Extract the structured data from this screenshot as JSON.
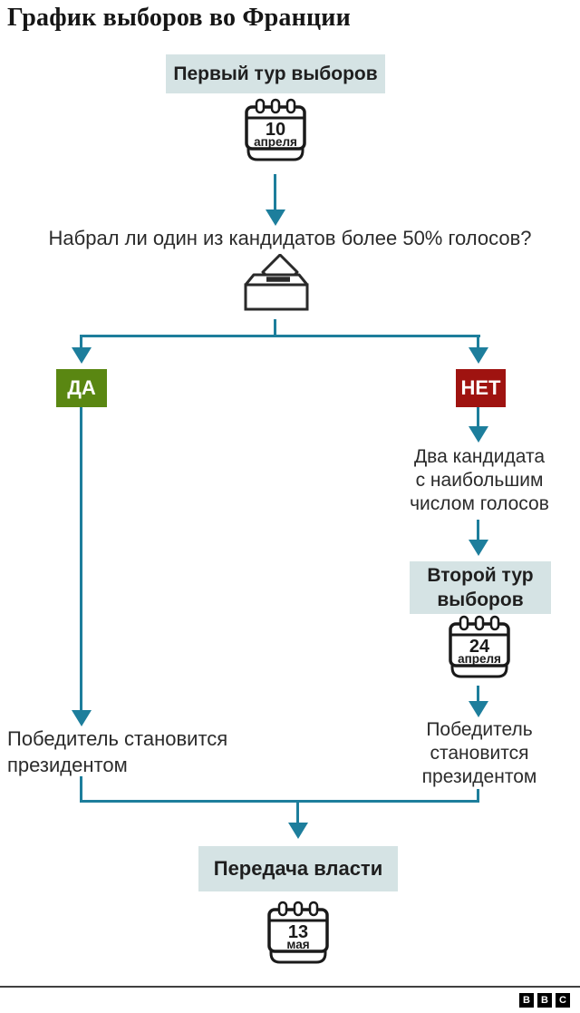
{
  "page": {
    "title": "График выборов во Франции"
  },
  "flow": {
    "step1_label": "Первый тур выборов",
    "cal1": {
      "day": "10",
      "month": "апреля"
    },
    "question": "Набрал ли один из кандидатов более 50% голосов?",
    "yes_label": "ДА",
    "no_label": "НЕТ",
    "no_branch": {
      "top_two": [
        "Два кандидата",
        "с наибольшим",
        "числом голосов"
      ],
      "step2_label": [
        "Второй тур",
        "выборов"
      ],
      "cal2": {
        "day": "24",
        "month": "апреля"
      },
      "winner": [
        "Победитель",
        "становится",
        "президентом"
      ]
    },
    "yes_branch": {
      "winner": [
        "Победитель становится",
        "президентом"
      ]
    },
    "final_label": "Передача власти",
    "cal3": {
      "day": "13",
      "month": "мая"
    }
  },
  "footer": {
    "logo_letters": [
      "B",
      "B",
      "C"
    ]
  },
  "colors": {
    "connector_teal": "#1d7e9c",
    "yes_green": "#5a8712",
    "no_red": "#9f1310",
    "step_box_bg": "#d5e3e4",
    "text": "#2b2b2b"
  }
}
